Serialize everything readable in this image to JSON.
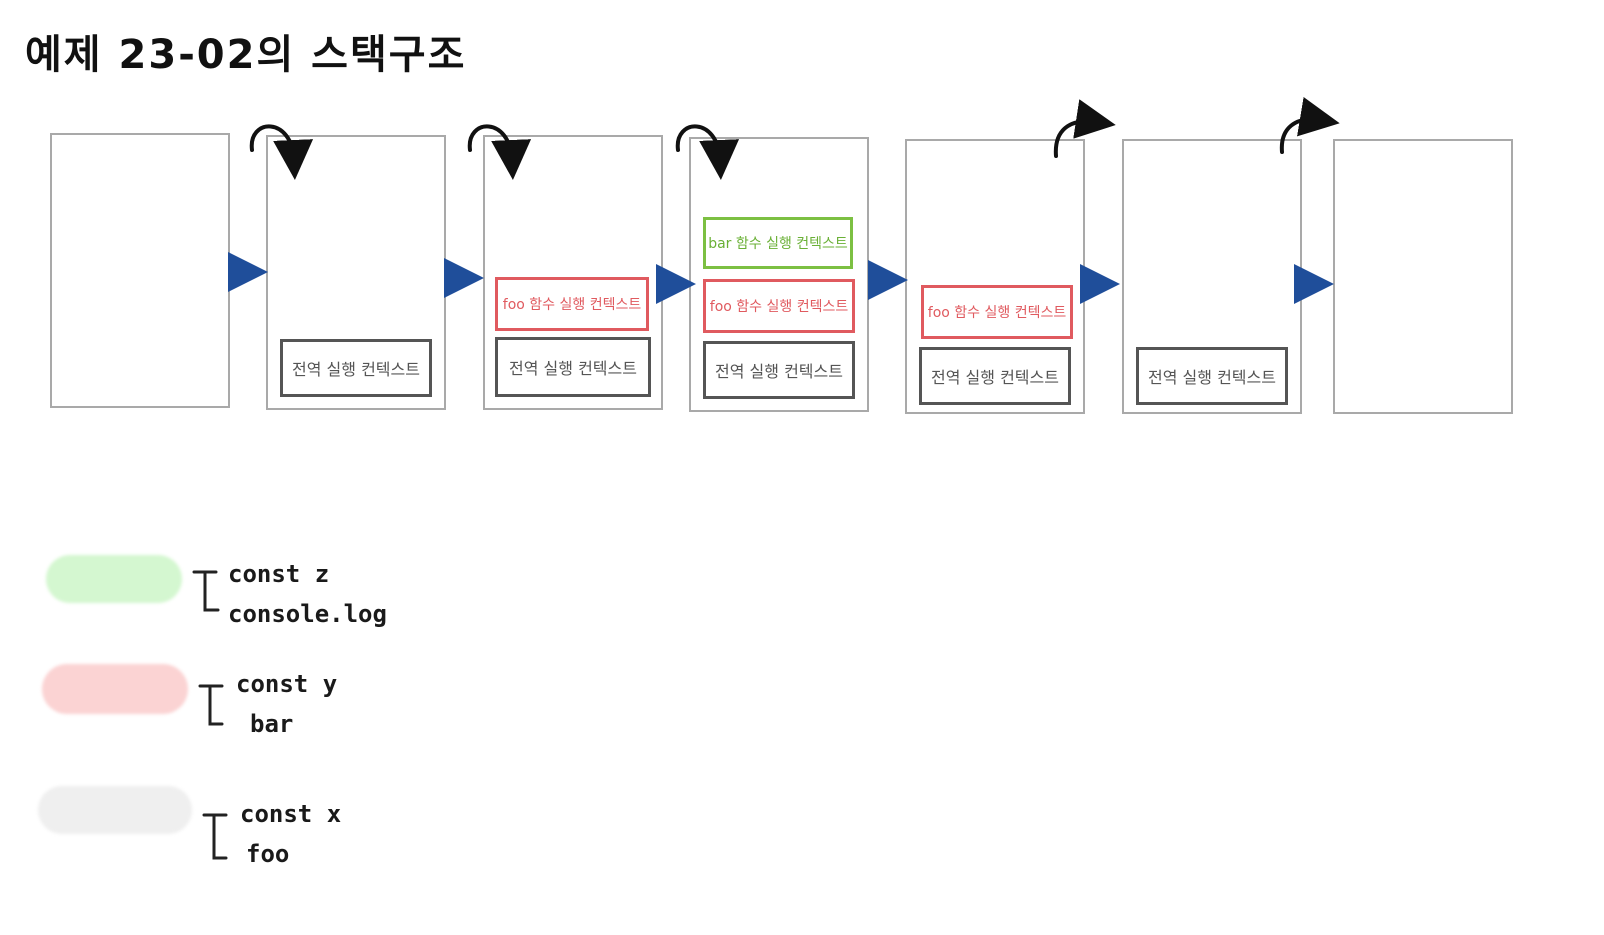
{
  "title": "예제 23-02의 스택구조",
  "context_labels": {
    "global": "전역 실행 컨텍스트",
    "foo": "foo 함수 실행 컨텍스트",
    "bar": "bar 함수 실행 컨텍스트"
  },
  "colors": {
    "frame": "#a9a9a9",
    "global": "#555555",
    "foo": "#e05a5f",
    "bar": "#7cc042",
    "arrow": "#1f4e9a",
    "legend_green": "#d4f7d0",
    "legend_red": "#fbd3d3",
    "legend_gray": "#efefef"
  },
  "legend": [
    {
      "color": "green",
      "line1": "const z",
      "line2": "console.log"
    },
    {
      "color": "red",
      "line1": "const y",
      "line2": "bar"
    },
    {
      "color": "gray",
      "line1": "const x",
      "line2": "foo"
    }
  ]
}
